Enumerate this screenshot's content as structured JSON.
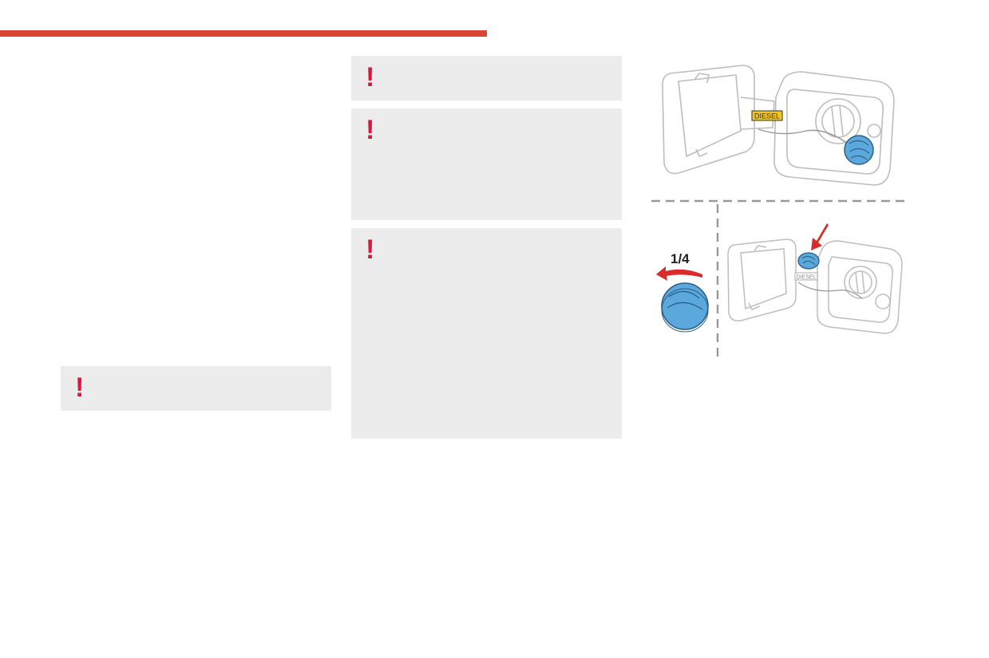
{
  "warnings": {
    "mark": "!",
    "boxes": [
      "warning-box-left",
      "warning-box-top",
      "warning-box-middle",
      "warning-box-bottom"
    ]
  },
  "figure": {
    "fuel_label": "DIESEL",
    "rotation_label": "1/4"
  },
  "colors": {
    "accent_bar": "#d94331",
    "warning_mark": "#e3143b",
    "warning_bg": "#ececec",
    "fuel_cap": "#5aa8dc",
    "fuel_tag": "#f4c51c",
    "arrow": "#d92b2b"
  }
}
